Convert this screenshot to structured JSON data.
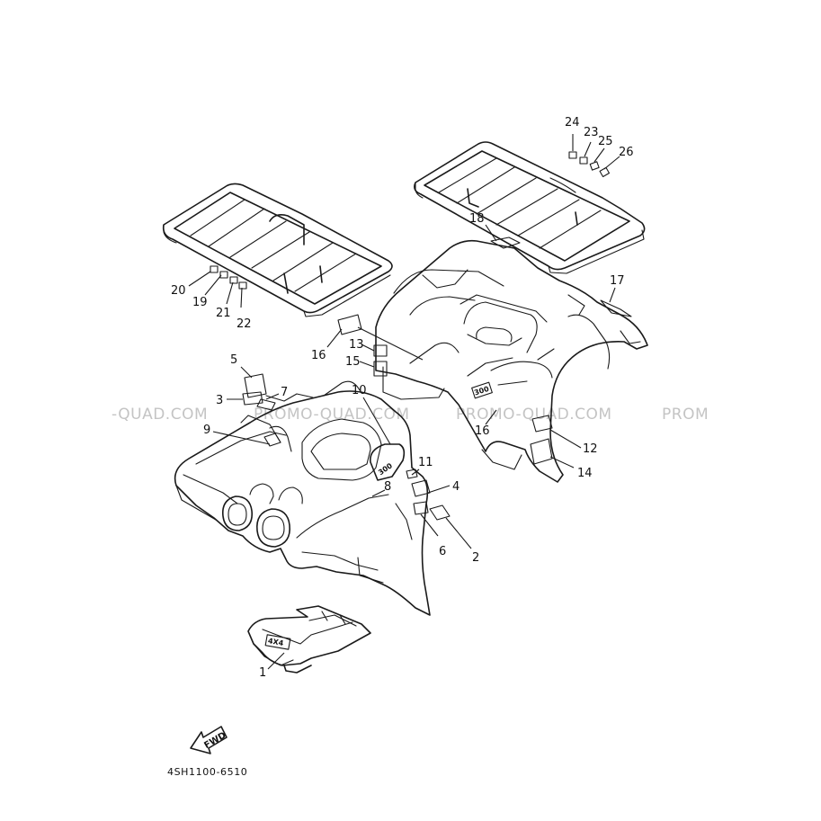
{
  "diagram": {
    "part_code": "4SH1100-6510",
    "fwd_label": "FWD",
    "watermark_texts": [
      "-QUAD.COM",
      "PROMO-QUAD.COM",
      "PROMO-QUAD.COM",
      "PROM"
    ],
    "callouts": [
      "1",
      "2",
      "3",
      "4",
      "5",
      "6",
      "7",
      "8",
      "9",
      "10",
      "11",
      "12",
      "13",
      "14",
      "15",
      "16",
      "16",
      "17",
      "18",
      "19",
      "20",
      "21",
      "22",
      "23",
      "24",
      "25",
      "26"
    ]
  }
}
